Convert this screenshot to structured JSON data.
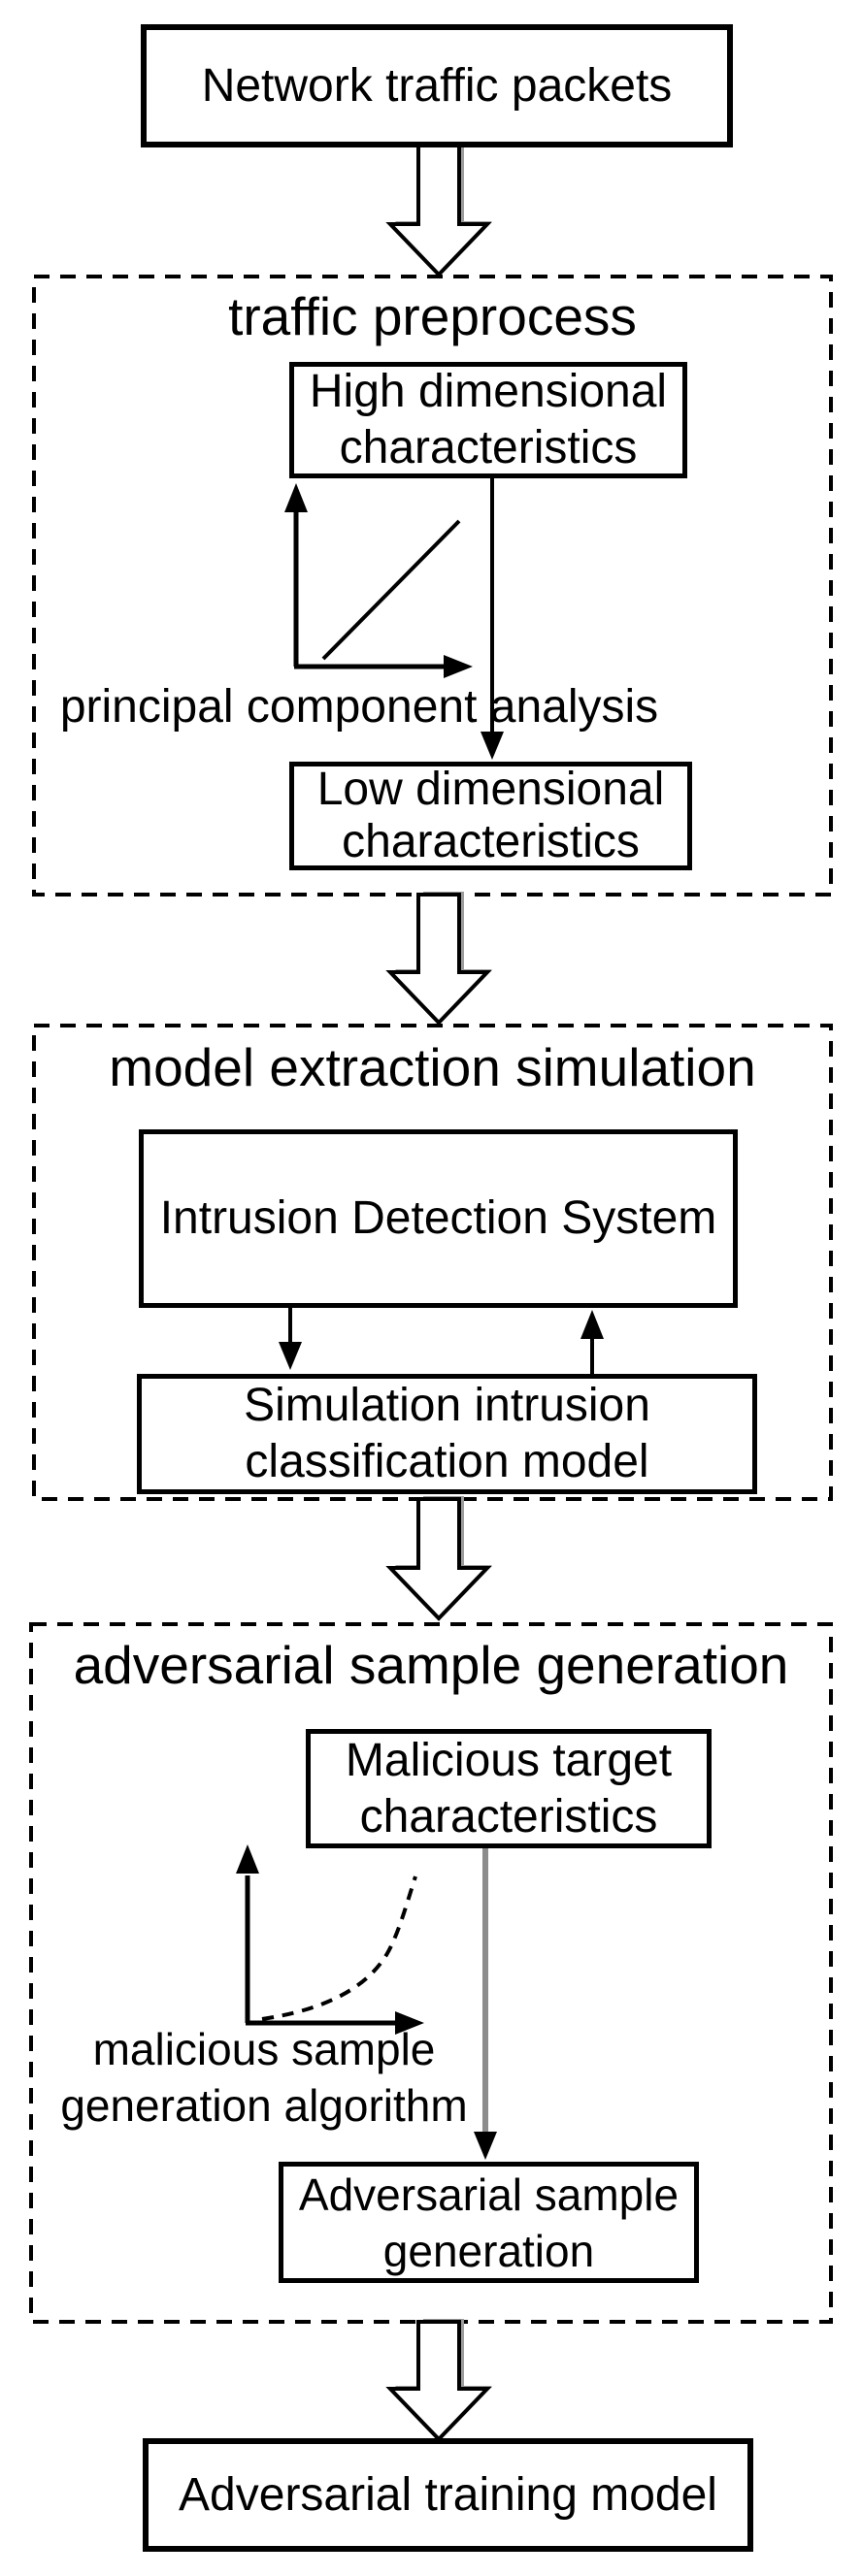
{
  "page": {
    "background": "#ffffff",
    "ink_color": "#000000",
    "shadow_color": "#8c8c8c"
  },
  "nodes": {
    "network_traffic": {
      "label": "Network traffic packets"
    },
    "high_dim": {
      "label": "High dimensional characteristics"
    },
    "low_dim": {
      "label": "Low dimensional characteristics"
    },
    "ids": {
      "label": "Intrusion Detection System"
    },
    "sim_model": {
      "label": "Simulation intrusion classification model"
    },
    "malicious_target": {
      "label": "Malicious target characteristics"
    },
    "adv_sample": {
      "label": "Adversarial sample generation"
    },
    "adv_training": {
      "label": "Adversarial training model"
    }
  },
  "sections": {
    "preprocess": {
      "title": "traffic preprocess"
    },
    "extraction": {
      "title": "model extraction simulation"
    },
    "generation": {
      "title": "adversarial sample generation"
    }
  },
  "annotations": {
    "pca": "principal component analysis",
    "msga": "malicious sample generation algorithm"
  }
}
